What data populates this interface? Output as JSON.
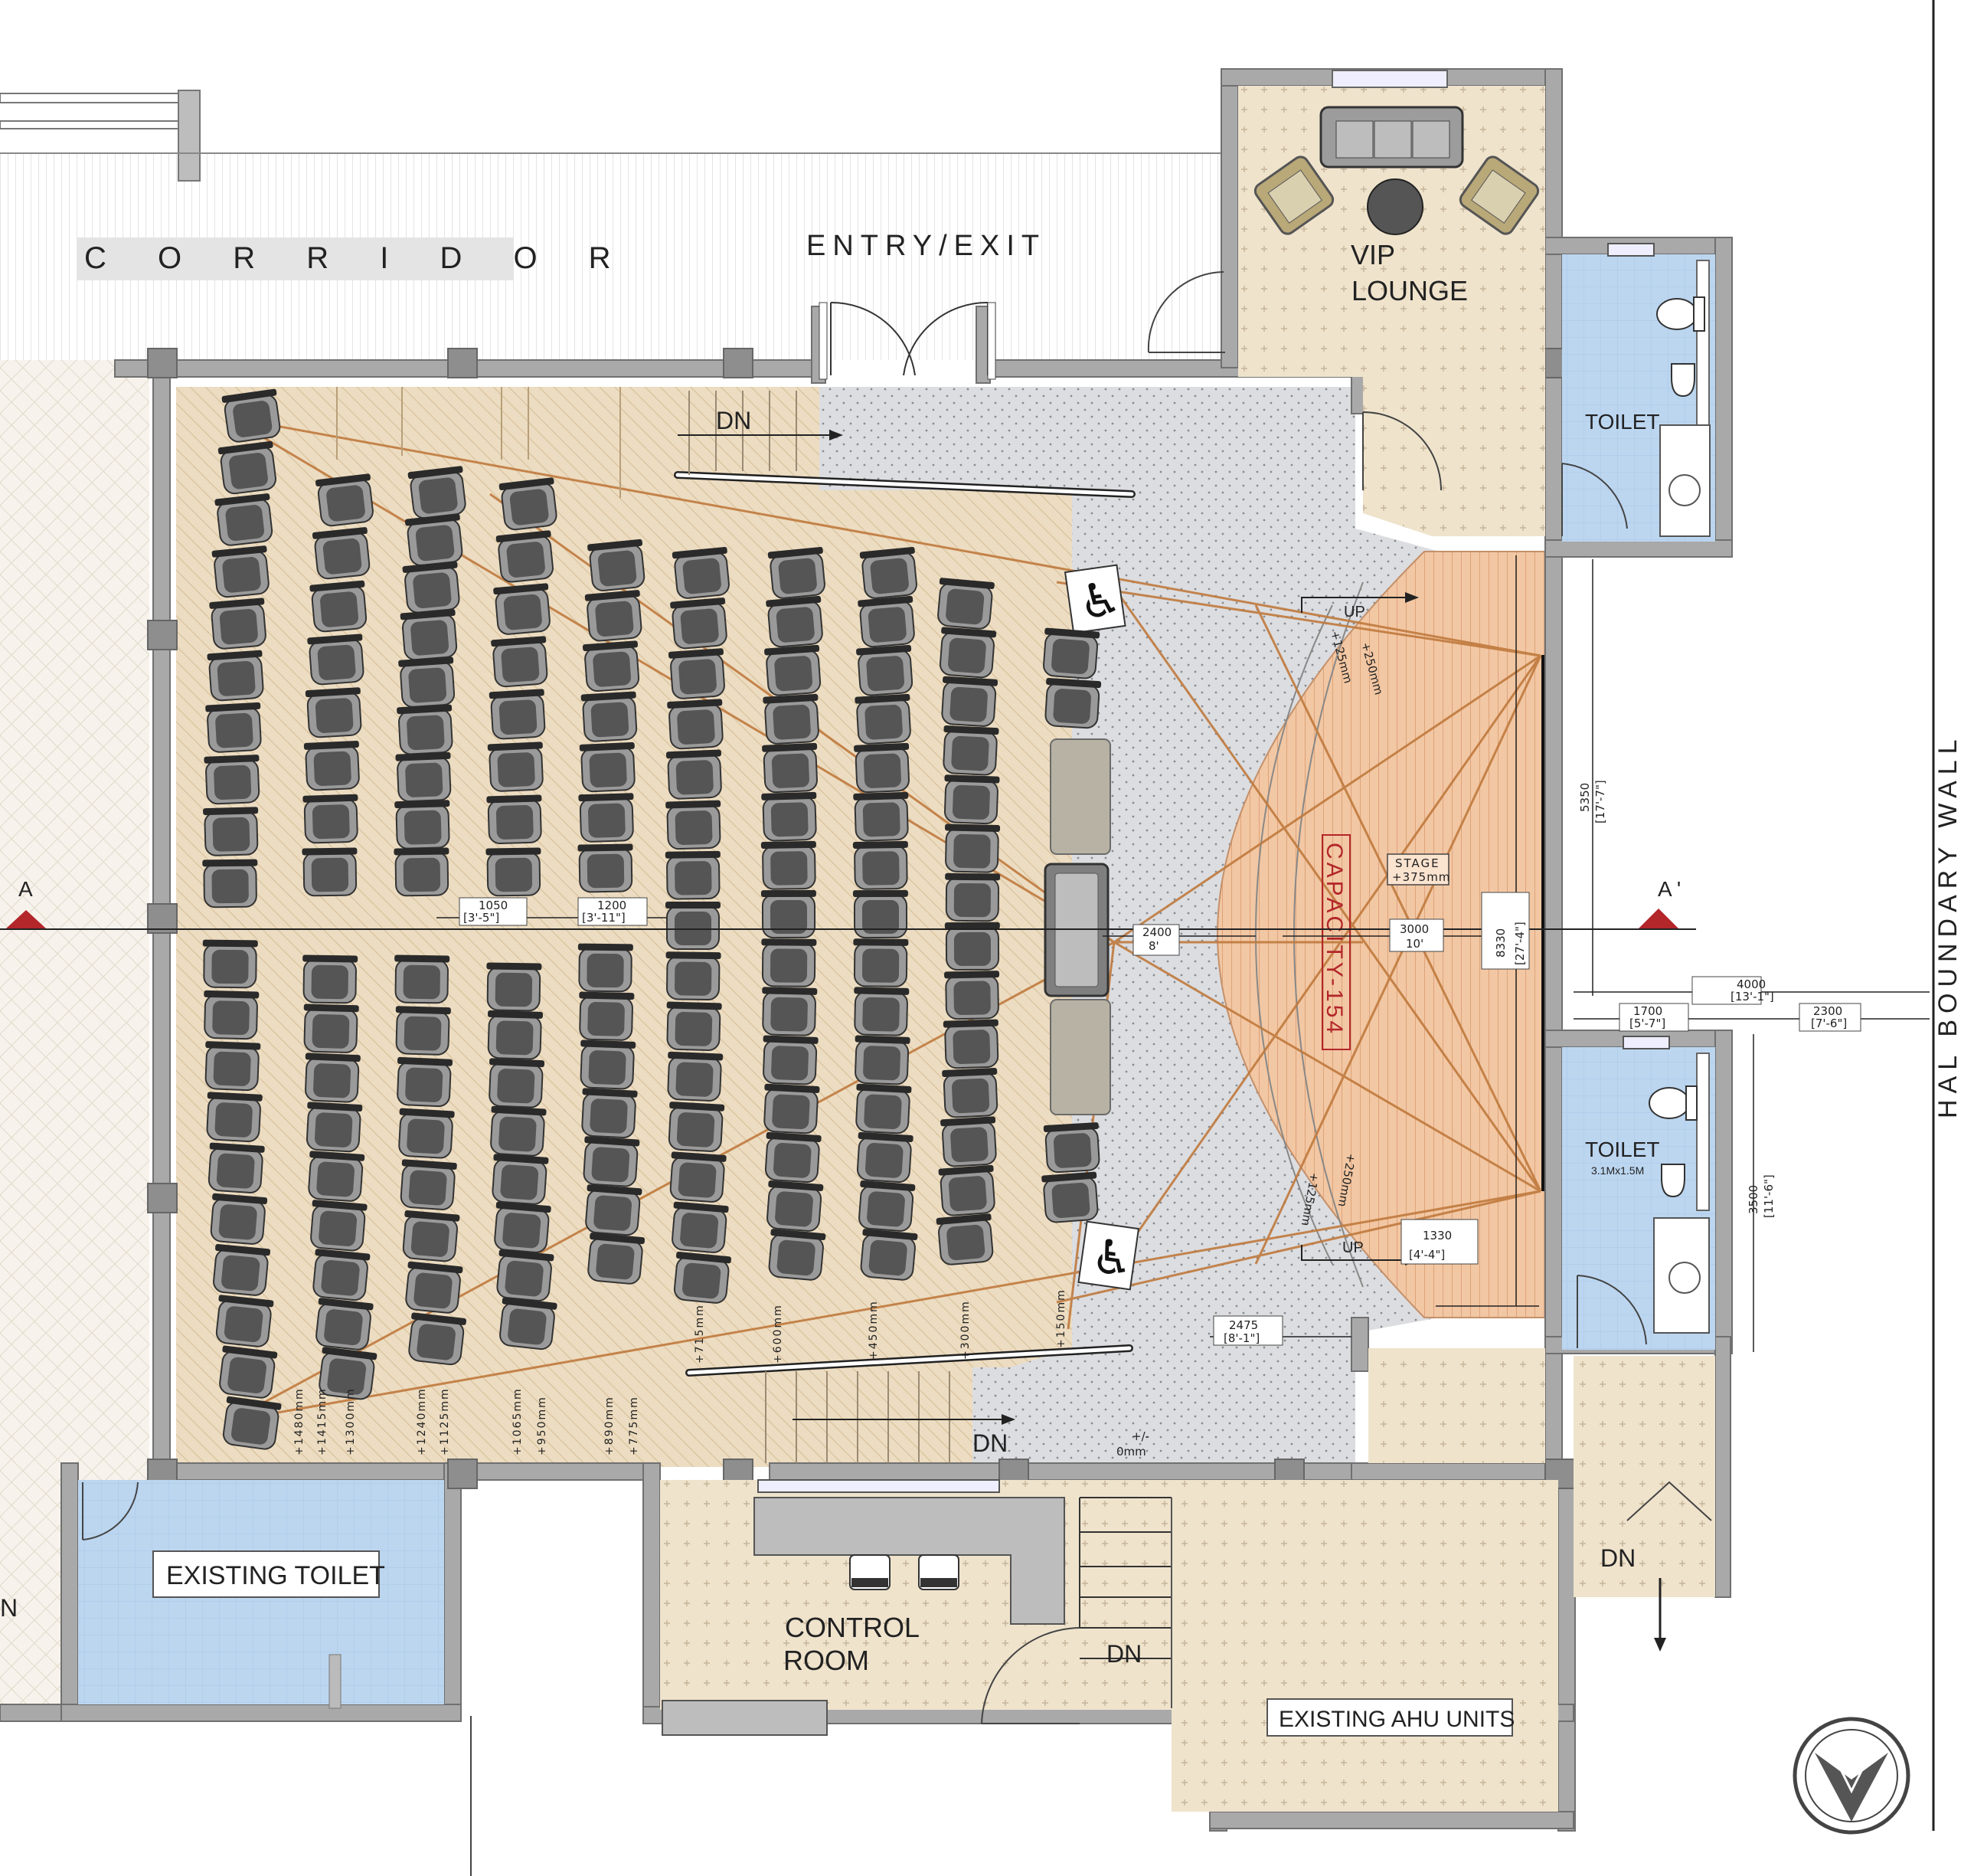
{
  "rooms": {
    "corridor": "C O R R I D O R",
    "entry_exit": "ENTRY/EXIT",
    "vip_lounge_line1": "VIP",
    "vip_lounge_line2": "LOUNGE",
    "toilet_top": "TOILET",
    "toilet_right": "TOILET",
    "toilet_right_size": "3.1Mx1.5M",
    "existing_toilet": "EXISTING TOILET",
    "control_room_line1": "CONTROL",
    "control_room_line2": "ROOM",
    "existing_ahu": "EXISTING AHU UNITS",
    "hal_boundary_wall": "HAL BOUNDARY WALL",
    "left_edge_letter": "N"
  },
  "markers": {
    "section_a": "A",
    "section_a_prime": "A '",
    "dn_top": "DN",
    "dn_bottom": "DN",
    "dn_control": "DN",
    "dn_right": "DN",
    "up_top": "UP",
    "up_bottom": "UP"
  },
  "stage": {
    "capacity": "CAPACITY-154",
    "stage_line1": "STAGE",
    "stage_line2": "+375mm",
    "arc_top_1": "+125mm",
    "arc_top_2": "+250mm",
    "arc_bot_1": "+125mm",
    "arc_bot_2": "+250mm",
    "floor_level_1": "+/-",
    "floor_level_2": "0mm"
  },
  "dimensions": {
    "d1050": "1050",
    "d1050_imp": "[3'-5\"]",
    "d1200": "1200",
    "d1200_imp": "[3'-11\"]",
    "d2400": "2400",
    "d2400_imp": "8'",
    "d3000": "3000",
    "d3000_imp": "10'",
    "d8330": "8330",
    "d8330_imp": "[27'-4\"]",
    "d5350": "5350",
    "d5350_imp": "[17'-7\"]",
    "d4000": "4000",
    "d4000_imp": "[13'-1\"]",
    "d1700": "1700",
    "d1700_imp": "[5'-7\"]",
    "d2300": "2300",
    "d2300_imp": "[7'-6\"]",
    "d3500": "3500",
    "d3500_imp": "[11'-6\"]",
    "d1330": "1330",
    "d1330_imp": "[4'-4\"]",
    "d2475": "2475",
    "d2475_imp": "[8'-1\"]"
  },
  "row_levels": [
    "+1480mm",
    "+1415mm",
    "+1300mm",
    "+1240mm",
    "+1125mm",
    "+1065mm",
    "+950mm",
    "+890mm",
    "+775mm",
    "+715mm",
    "+600mm",
    "+450mm",
    "+300mm",
    "+150mm"
  ],
  "colors": {
    "wall": "#a9a9a9",
    "seating_floor": "#ecdcc1",
    "stage": "#f2c7a3",
    "aisle": "#dcdde0",
    "toilet": "#bcd6f0",
    "lounge": "#efe3cc",
    "accent": "#b3262a",
    "sightline": "#c07a3e"
  },
  "icons": [
    "wheelchair-icon",
    "toilet-icon",
    "washbasin-icon",
    "north-arrow-icon",
    "sofa-icon",
    "armchair-icon",
    "door-swing-icon"
  ]
}
